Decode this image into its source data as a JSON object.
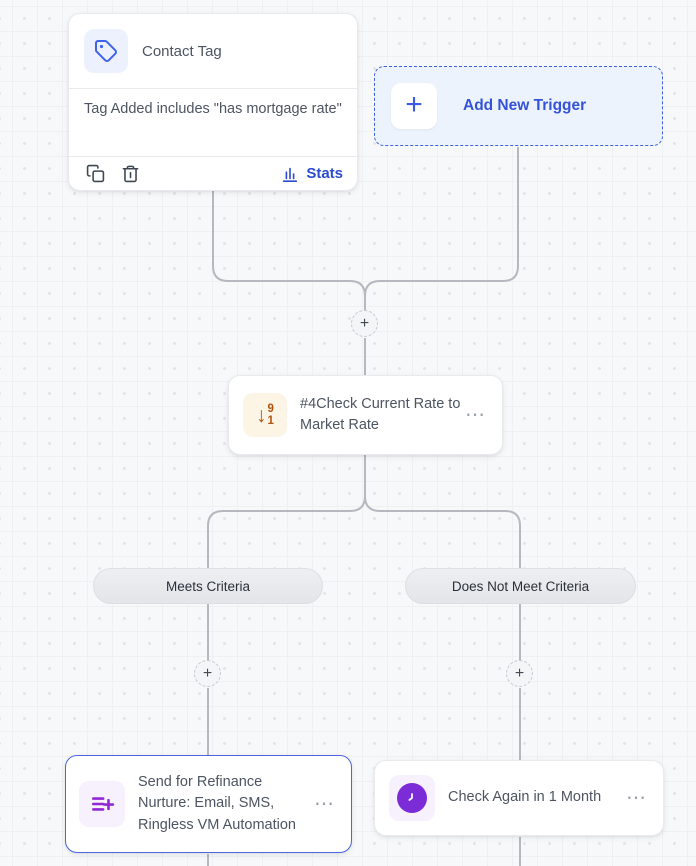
{
  "colors": {
    "accent_blue": "#3553d8",
    "stats_blue": "#2b4bd0",
    "icon_purple": "#9128d3",
    "clock_purple": "#7c2cd6",
    "sort_amber": "#b4540a",
    "edge_gray": "#b5b9bf",
    "selected_border": "#4a66e0"
  },
  "trigger_card": {
    "title": "Contact Tag",
    "description": "Tag Added includes \"has mortgage rate\"",
    "stats_label": "Stats"
  },
  "add_trigger_button": {
    "plus_glyph": "+",
    "label": "Add New Trigger"
  },
  "condition_node": {
    "icon_arrow_glyph": "↓",
    "icon_top_digit": "9",
    "icon_bottom_digit": "1",
    "title": "#4Check Current Rate to Market Rate",
    "menu_glyph": "⋯"
  },
  "branch_labels": {
    "meets": "Meets Criteria",
    "does_not_meet": "Does Not Meet Criteria"
  },
  "action_nodes": {
    "refinance": {
      "title": "Send for Refinance Nurture: Email, SMS, Ringless VM Automation",
      "menu_glyph": "⋯"
    },
    "check_again": {
      "title": "Check Again in 1 Month",
      "menu_glyph": "⋯"
    }
  },
  "connector_plus_glyph": "+"
}
